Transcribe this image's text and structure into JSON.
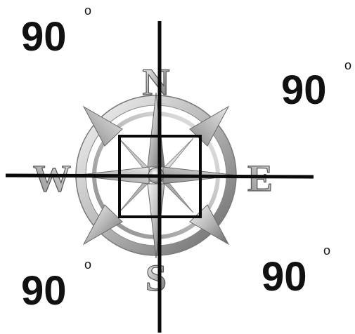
{
  "compass": {
    "north": "N",
    "south": "S",
    "east": "E",
    "west": "W"
  },
  "quadrants": {
    "top_left": {
      "value": "90",
      "unit": "o"
    },
    "top_right": {
      "value": "90",
      "unit": "o"
    },
    "bottom_left": {
      "value": "90",
      "unit": "o"
    },
    "bottom_right": {
      "value": "90",
      "unit": "o"
    }
  },
  "colors": {
    "lines": "#0a0a0a",
    "metal_light": "#f2f2f2",
    "metal_mid": "#b9b9b9",
    "metal_dark": "#6e6e6e"
  }
}
